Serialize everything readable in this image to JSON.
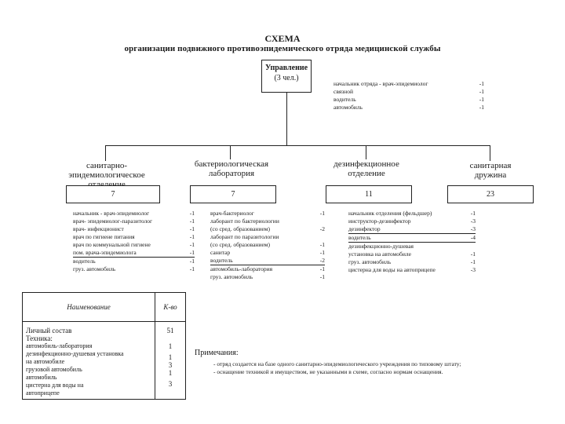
{
  "header": {
    "title": "СХЕМА",
    "subtitle": "организации подвижного противоэпидемического отряда медицинской службы"
  },
  "management": {
    "title": "Управление",
    "count": "(3 чел.)",
    "staff": [
      {
        "label": "начальник отряда - врач-эпидемиолог",
        "value": "-1"
      },
      {
        "label": "связной",
        "value": "-1"
      },
      {
        "label": "водитель",
        "value": "-1"
      },
      {
        "label": "автомобиль",
        "value": "-1"
      }
    ]
  },
  "departments": [
    {
      "name": "санитарно-эпидемиологическое отделение",
      "count": "7"
    },
    {
      "name": "бактериологическая лаборатория",
      "count": "7"
    },
    {
      "name": "дезинфекционное отделение",
      "count": "11"
    },
    {
      "name": "санитарная дружина",
      "count": "23"
    }
  ],
  "sanepid_staff": [
    {
      "label": "начальник - врач-эпидемиолог",
      "value": "-1"
    },
    {
      "label": "врач- эпидемиолог-паразитолог",
      "value": "-1"
    },
    {
      "label": "врач- инфекционист",
      "value": "-1"
    },
    {
      "label": "врач по гигиене питания",
      "value": "-1"
    },
    {
      "label": "врач по коммунальной гигиене",
      "value": "-1"
    },
    {
      "label": "пом. врача-эпидемиолога",
      "value": "-1"
    },
    {
      "label": "водитель",
      "value": "-1"
    },
    {
      "label": "груз. автомобиль",
      "value": "-1"
    }
  ],
  "lab_staff": [
    {
      "label": "врач-бактериолог",
      "value": "-1"
    },
    {
      "label": "лаборант по бактериологии",
      "value": ""
    },
    {
      "label": "(со сред. образованием)",
      "value": "-2"
    },
    {
      "label": "лаборант по паразитологии",
      "value": ""
    },
    {
      "label": "(со сред. образованием)",
      "value": "-1"
    },
    {
      "label": "санитар",
      "value": "-1"
    },
    {
      "label": "водитель",
      "value": "-2"
    },
    {
      "label": "автомобиль-лаборатория",
      "value": "-1"
    },
    {
      "label": "груз. автомобиль",
      "value": "-1"
    }
  ],
  "disinf_staff": [
    {
      "label": "начальник отделения (фельдшер)",
      "value": "-1"
    },
    {
      "label": "инструктор-дезинфектор",
      "value": "-3"
    },
    {
      "label": "дезинфектор",
      "value": "-3"
    },
    {
      "label": "водитель",
      "value": "-4"
    },
    {
      "label": "дезинфекционно-душевая",
      "value": ""
    },
    {
      "label": "установка на автомобиле",
      "value": "-1"
    },
    {
      "label": "груз. автомобиль",
      "value": "-1"
    },
    {
      "label": "цистерна для воды на автоприцепе",
      "value": "-3"
    }
  ],
  "summary_table": {
    "col_name": "Наименование",
    "col_count": "К-во",
    "personnel_label": "Личный состав",
    "personnel_count": "51",
    "equipment_label": "Техника:",
    "equipment": [
      {
        "label": "автомобиль-лаборатория",
        "value": "1"
      },
      {
        "label": "дезинфекционно-душевая установка на автомобиле",
        "value": "1"
      },
      {
        "label": "грузовой автомобиль",
        "value": "3"
      },
      {
        "label": "автомобиль",
        "value": "1"
      },
      {
        "label": "цистерна для воды на автоприцепе",
        "value": "3"
      }
    ]
  },
  "notes": {
    "title": "Примечания:",
    "items": [
      "- отряд создается на базе одного санитарно-эпидемиологического учреждения по типовому штату;",
      "- оснащение техникой и имуществом, не указанными в схеме, согласно нормам оснащения."
    ]
  }
}
